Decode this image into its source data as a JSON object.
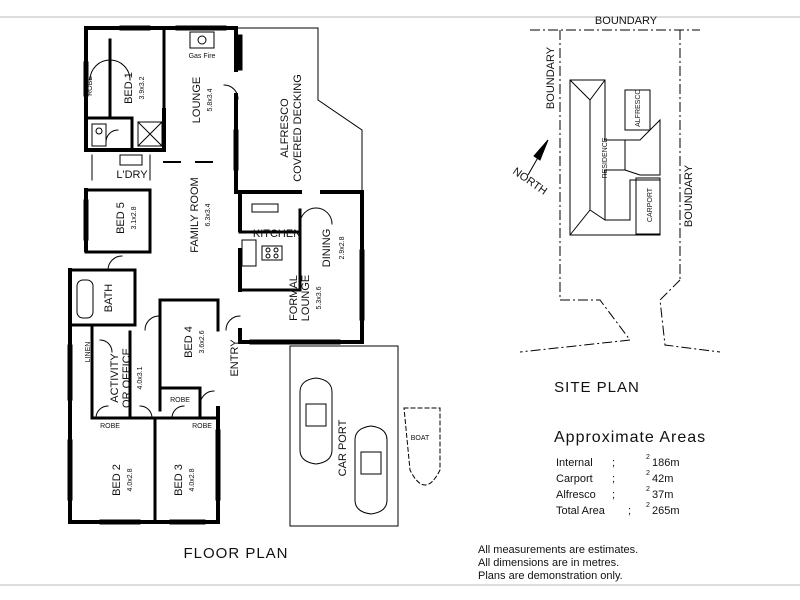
{
  "floor_plan": {
    "title": "FLOOR PLAN",
    "rooms": [
      {
        "name": "BED 1",
        "size": "3.9x3.2"
      },
      {
        "name": "LOUNGE",
        "size": "5.8x3.4"
      },
      {
        "name": "ALFRESCO",
        "name2": "COVERED DECKING"
      },
      {
        "name": "L'DRY"
      },
      {
        "name": "FAMILY ROOM",
        "size": "6.3x3.4"
      },
      {
        "name": "BED 5",
        "size": "3.1x2.8"
      },
      {
        "name": "KITCHEN"
      },
      {
        "name": "DINING",
        "size": "2.9x2.8"
      },
      {
        "name": "FORMAL",
        "name2": "LOUNGE",
        "size": "5.3x3.6"
      },
      {
        "name": "BATH"
      },
      {
        "name": "BED 4",
        "size": "3.6x2.6"
      },
      {
        "name": "ENTRY"
      },
      {
        "name": "LINEN"
      },
      {
        "name": "ACTIVITY",
        "name2": "OR OFFICE",
        "size": "4.0x3.1"
      },
      {
        "name": "ROBE"
      },
      {
        "name": "BED 2",
        "size": "4.0x2.8"
      },
      {
        "name": "BED 3",
        "size": "4.0x2.8"
      },
      {
        "name": "CAR PORT"
      },
      {
        "name": "BOAT"
      }
    ],
    "robe_label": "ROBE",
    "gas_fire": "Gas Fire"
  },
  "site_plan": {
    "title": "SITE PLAN",
    "boundary": "BOUNDARY",
    "north": "NORTH",
    "residence": "RESIDENCE",
    "alfresco": "ALFRESCO",
    "carport": "CARPORT"
  },
  "areas": {
    "title": "Approximate Areas",
    "rows": [
      {
        "label": "Internal",
        "sep": ";",
        "value": "186m",
        "sup": "2"
      },
      {
        "label": "Carport",
        "sep": ";",
        "value": "42m",
        "sup": "2"
      },
      {
        "label": "Alfresco",
        "sep": ";",
        "value": "37m",
        "sup": "2"
      },
      {
        "label": "Total Area",
        "sep": ";",
        "value": "265m",
        "sup": "2"
      }
    ]
  },
  "notes": [
    "All measurements are estimates.",
    "All dimensions are in metres.",
    "Plans are demonstration only."
  ]
}
